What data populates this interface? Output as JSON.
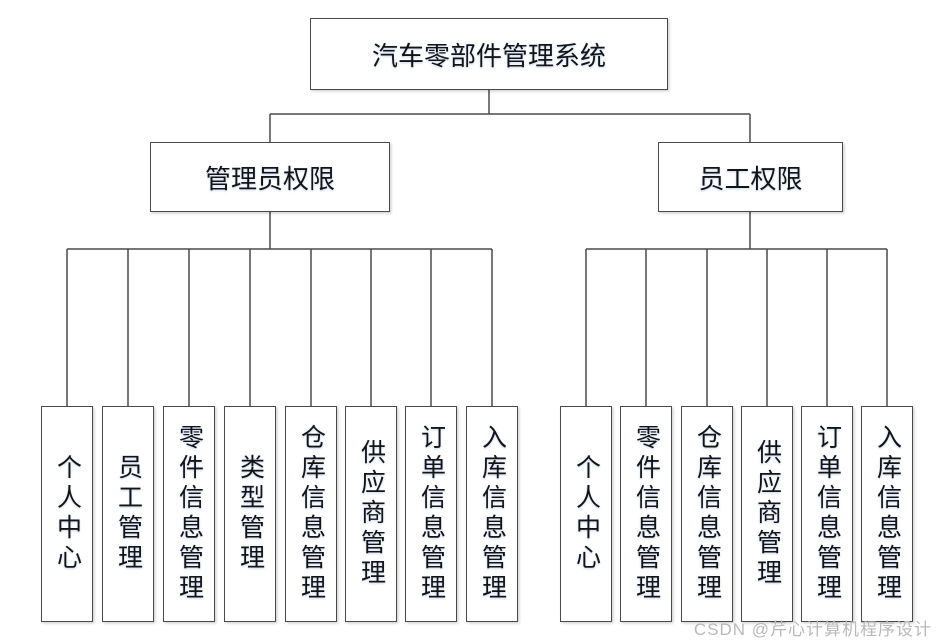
{
  "diagram": {
    "root": {
      "label": "汽车零部件管理系统"
    },
    "branches": [
      {
        "label": "管理员权限",
        "children": [
          "个人中心",
          "员工管理",
          "零件信息管理",
          "类型管理",
          "仓库信息管理",
          "供应商管理",
          "订单信息管理",
          "入库信息管理"
        ]
      },
      {
        "label": "员工权限",
        "children": [
          "个人中心",
          "零件信息管理",
          "仓库信息管理",
          "供应商管理",
          "订单信息管理",
          "入库信息管理"
        ]
      }
    ]
  },
  "watermark": {
    "text": "CSDN @芹心计算机程序设计"
  },
  "colors": {
    "line": "#4a4a4a",
    "box_border": "#4a4a4a",
    "background": "#ffffff",
    "watermark_text": "#b9b9b9"
  }
}
